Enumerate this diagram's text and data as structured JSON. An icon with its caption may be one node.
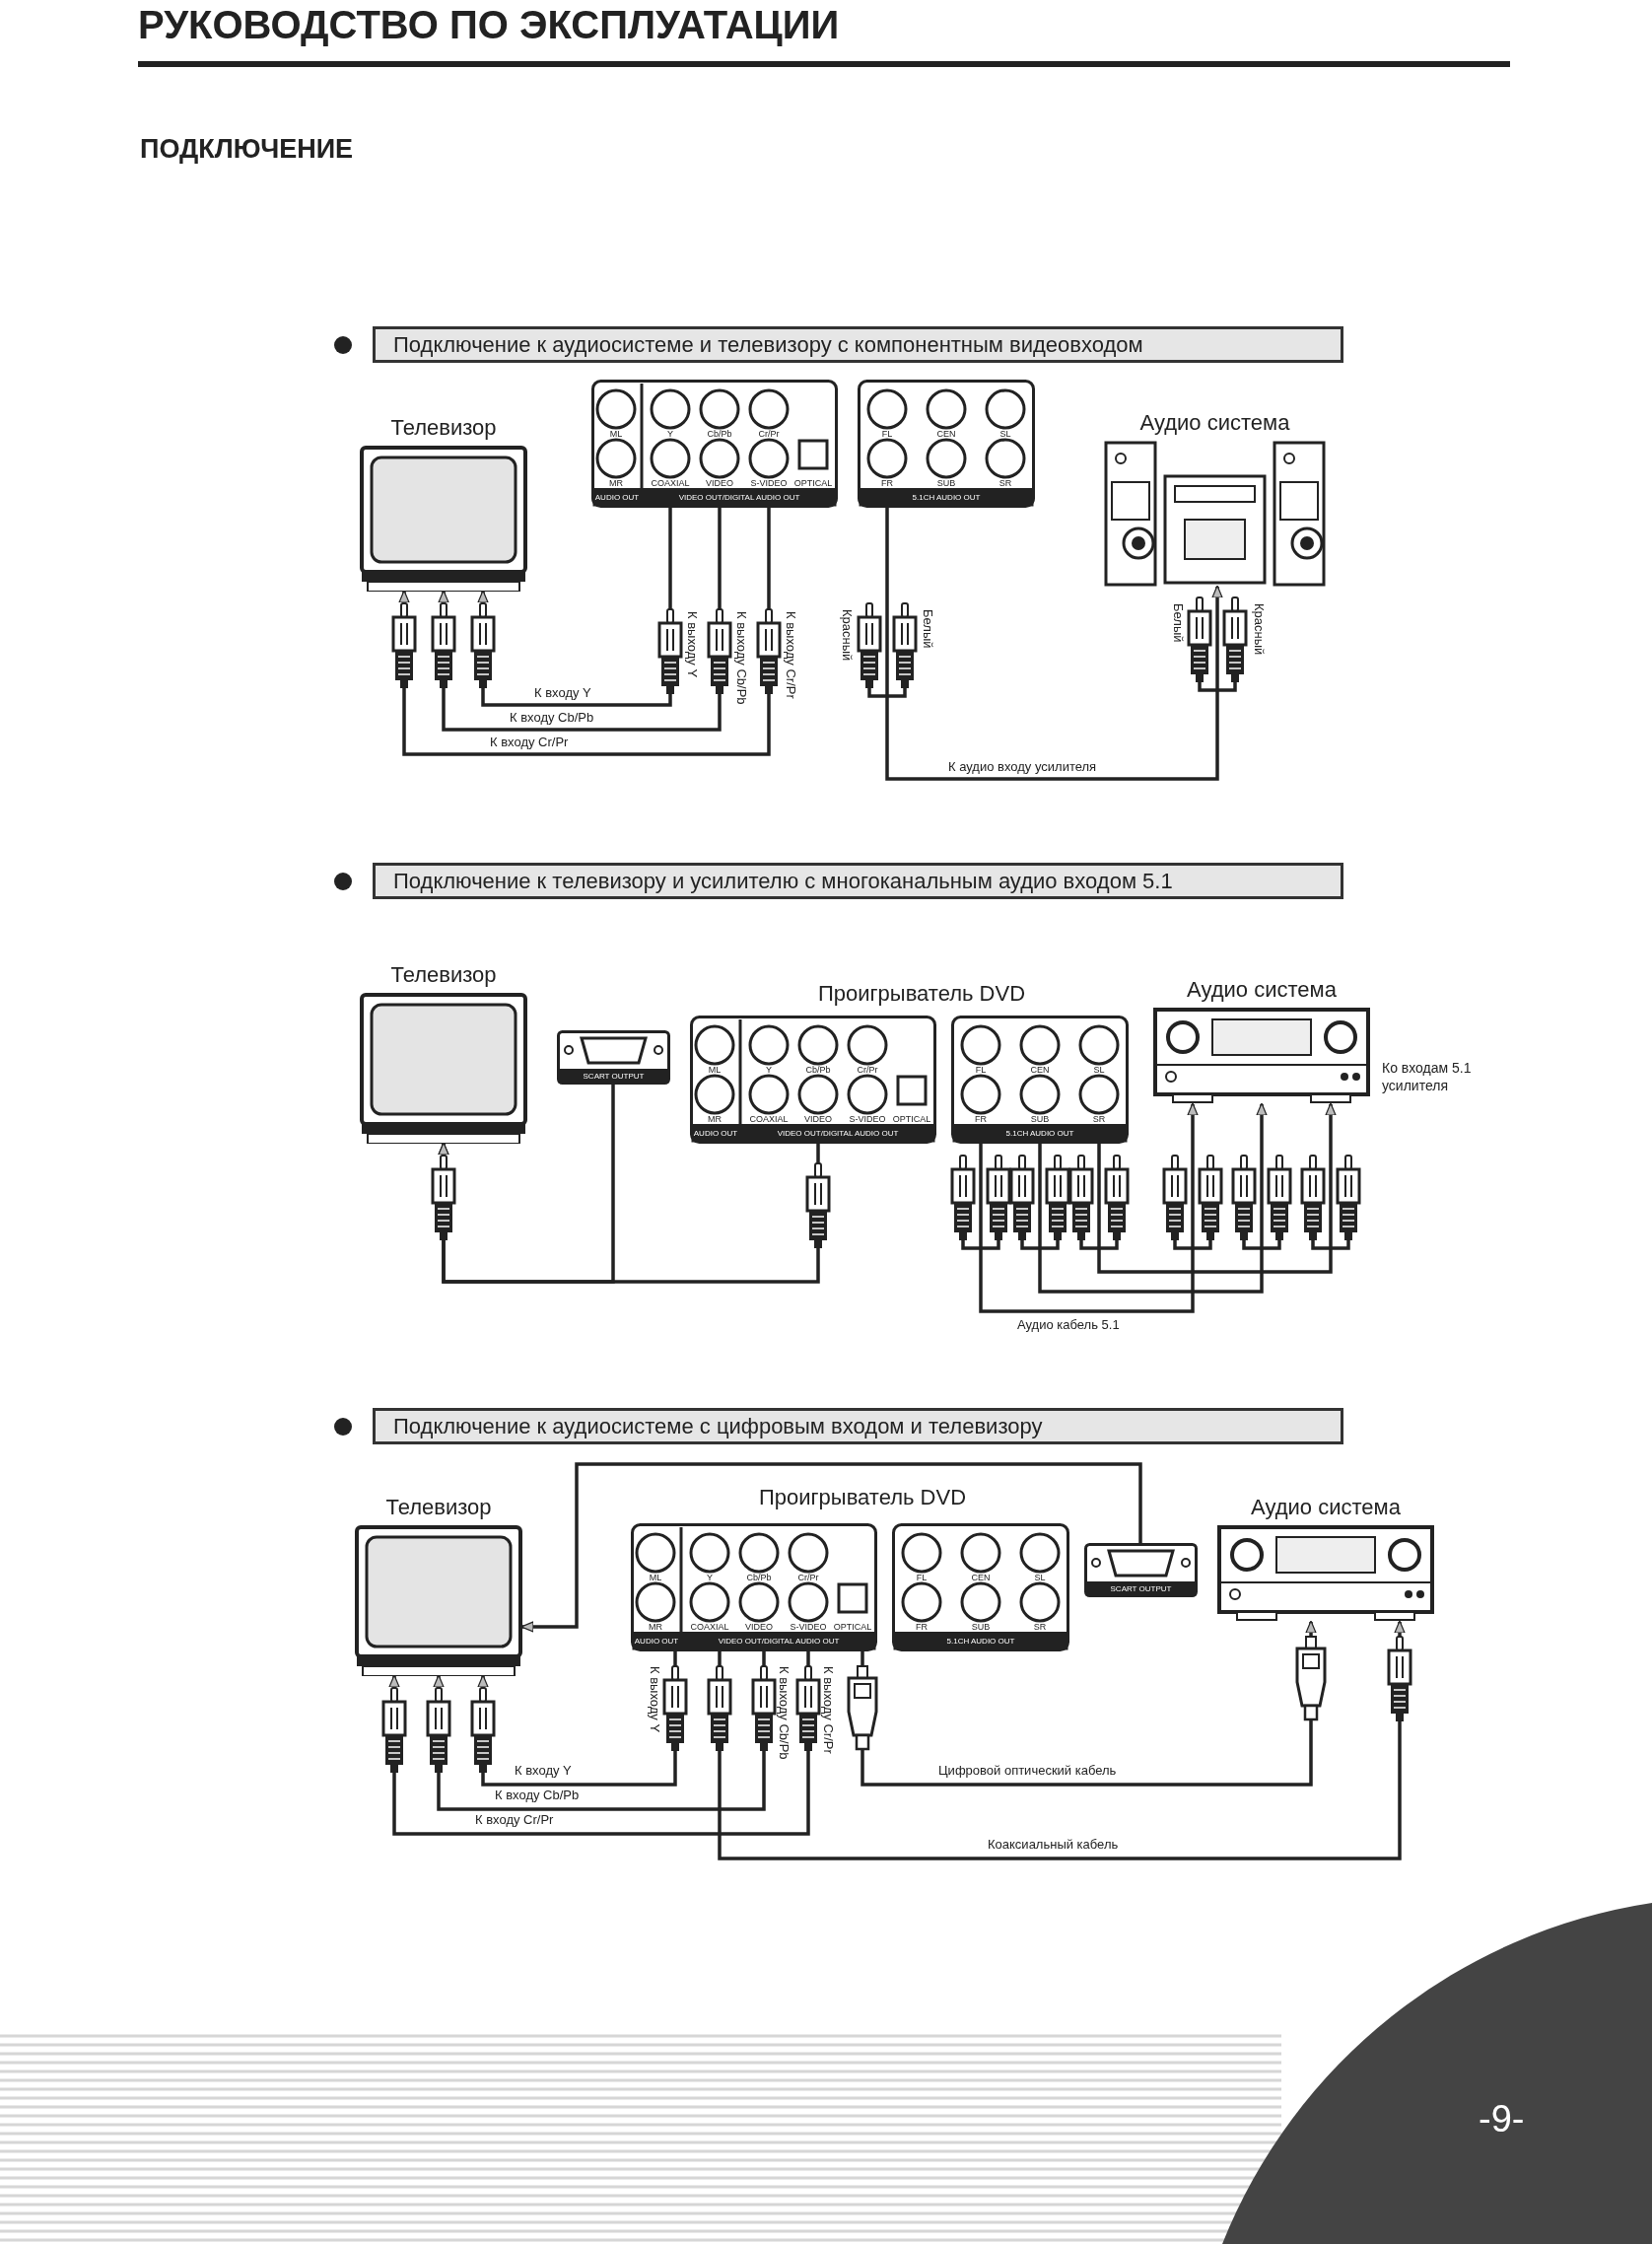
{
  "diagram": {
    "title": "РУКОВОДСТВО ПО ЭКСПЛУАТАЦИИ",
    "nodes": [
      {
        "text": [
          "Подключение к аудиосистеме и телевизору с компонентным видеовходом"
        ]
      },
      {
        "text": [
          "Телевизор"
        ]
      },
      {
        "text": [
          "ML",
          "Y",
          "Cb/Pb",
          "Cr/Pr",
          "MR",
          "COAXIAL",
          "VIDEO",
          "S-VIDEO",
          "OPTICAL",
          "AUDIO OUT",
          "VIDEO OUT/DIGITAL AUDIO OUT"
        ]
      },
      {
        "text": [
          "FL",
          "CEN",
          "SL",
          "FR",
          "SUB",
          "SR",
          "5.1CH AUDIO OUT"
        ]
      },
      {
        "text": [
          "Аудио система"
        ]
      },
      {
        "text": [
          "Подключение к телевизору и усилителю с многоканальным аудио входом 5.1"
        ]
      },
      {
        "text": [
          "Телевизор"
        ]
      },
      {
        "text": [
          "SCART OUTPUT"
        ]
      },
      {
        "text": [
          "ML",
          "Y",
          "Cb/Pb",
          "Cr/Pr",
          "MR",
          "COAXIAL",
          "VIDEO",
          "S-VIDEO",
          "OPTICAL",
          "AUDIO OUT",
          "VIDEO OUT/DIGITAL AUDIO OUT"
        ]
      },
      {
        "text": [
          "FL",
          "CEN",
          "SL",
          "FR",
          "SUB",
          "SR",
          "5.1CH AUDIO OUT"
        ]
      },
      {
        "text": [
          "Аудио система"
        ],
        "beside": [
          "Ко входам 5.1 усилителя"
        ]
      },
      {
        "text": [
          "Подключение к аудиосистеме с цифровым входом и телевизору"
        ]
      },
      {
        "text": [
          "Телевизор"
        ]
      },
      {
        "text": [
          "ML",
          "Y",
          "Cb/Pb",
          "Cr/Pr",
          "MR",
          "COAXIAL",
          "VIDEO",
          "S-VIDEO",
          "OPTICAL",
          "AUDIO OUT",
          "VIDEO OUT/DIGITAL AUDIO OUT"
        ]
      },
      {
        "text": [
          "FL",
          "CEN",
          "SL",
          "FR",
          "SUB",
          "SR",
          "5.1CH AUDIO OUT"
        ]
      },
      {
        "text": [
          "SCART OUTPUT"
        ]
      },
      {
        "text": [
          "Аудио система"
        ]
      }
    ],
    "edges": [
      {
        "from": 2,
        "to": 1,
        "arrow": "to",
        "label": "К входу Y"
      },
      {
        "from": 2,
        "to": 1,
        "arrow": "to",
        "label": "К входу Cb/Pb"
      },
      {
        "from": 2,
        "to": 1,
        "arrow": "to",
        "label": "К входу Cr/Pr"
      },
      {
        "from": 3,
        "to": 4,
        "arrow": "to",
        "label": "К аудио входу усилителя"
      },
      {
        "from": 7,
        "to": 6,
        "arrow": "to"
      },
      {
        "from": 8,
        "to": 6,
        "arrow": "to"
      },
      {
        "from": 9,
        "to": 10,
        "arrow": "to",
        "label": "Аудио кабель 5.1"
      },
      {
        "from": 9,
        "to": 10,
        "arrow": "to"
      },
      {
        "from": 9,
        "to": 10,
        "arrow": "to"
      },
      {
        "from": 13,
        "to": 12,
        "arrow": "to",
        "label": "К входу Y"
      },
      {
        "from": 13,
        "to": 12,
        "arrow": "to",
        "label": "К входу Cb/Pb"
      },
      {
        "from": 13,
        "to": 12,
        "arrow": "to",
        "label": "К входу Cr/Pr"
      },
      {
        "from": 15,
        "to": 12,
        "arrow": "to"
      },
      {
        "from": 13,
        "to": 16,
        "arrow": "to",
        "label": "Цифровой оптический кабель"
      },
      {
        "from": 13,
        "to": 16,
        "arrow": "to",
        "label": "Коаксиальный кабель"
      }
    ],
    "labels": [
      "ПОДКЛЮЧЕНИЕ",
      "К выходу Y",
      "К выходу Cb/Pb",
      "К выходу Cr/Pr",
      "Красный",
      "Белый",
      "Белый",
      "Красный",
      "Проигрыватель DVD",
      "Проигрыватель DVD",
      "К выходу Y",
      "К выходу Cb/Pb",
      "К выходу Cr/Pr",
      "-9-"
    ]
  }
}
